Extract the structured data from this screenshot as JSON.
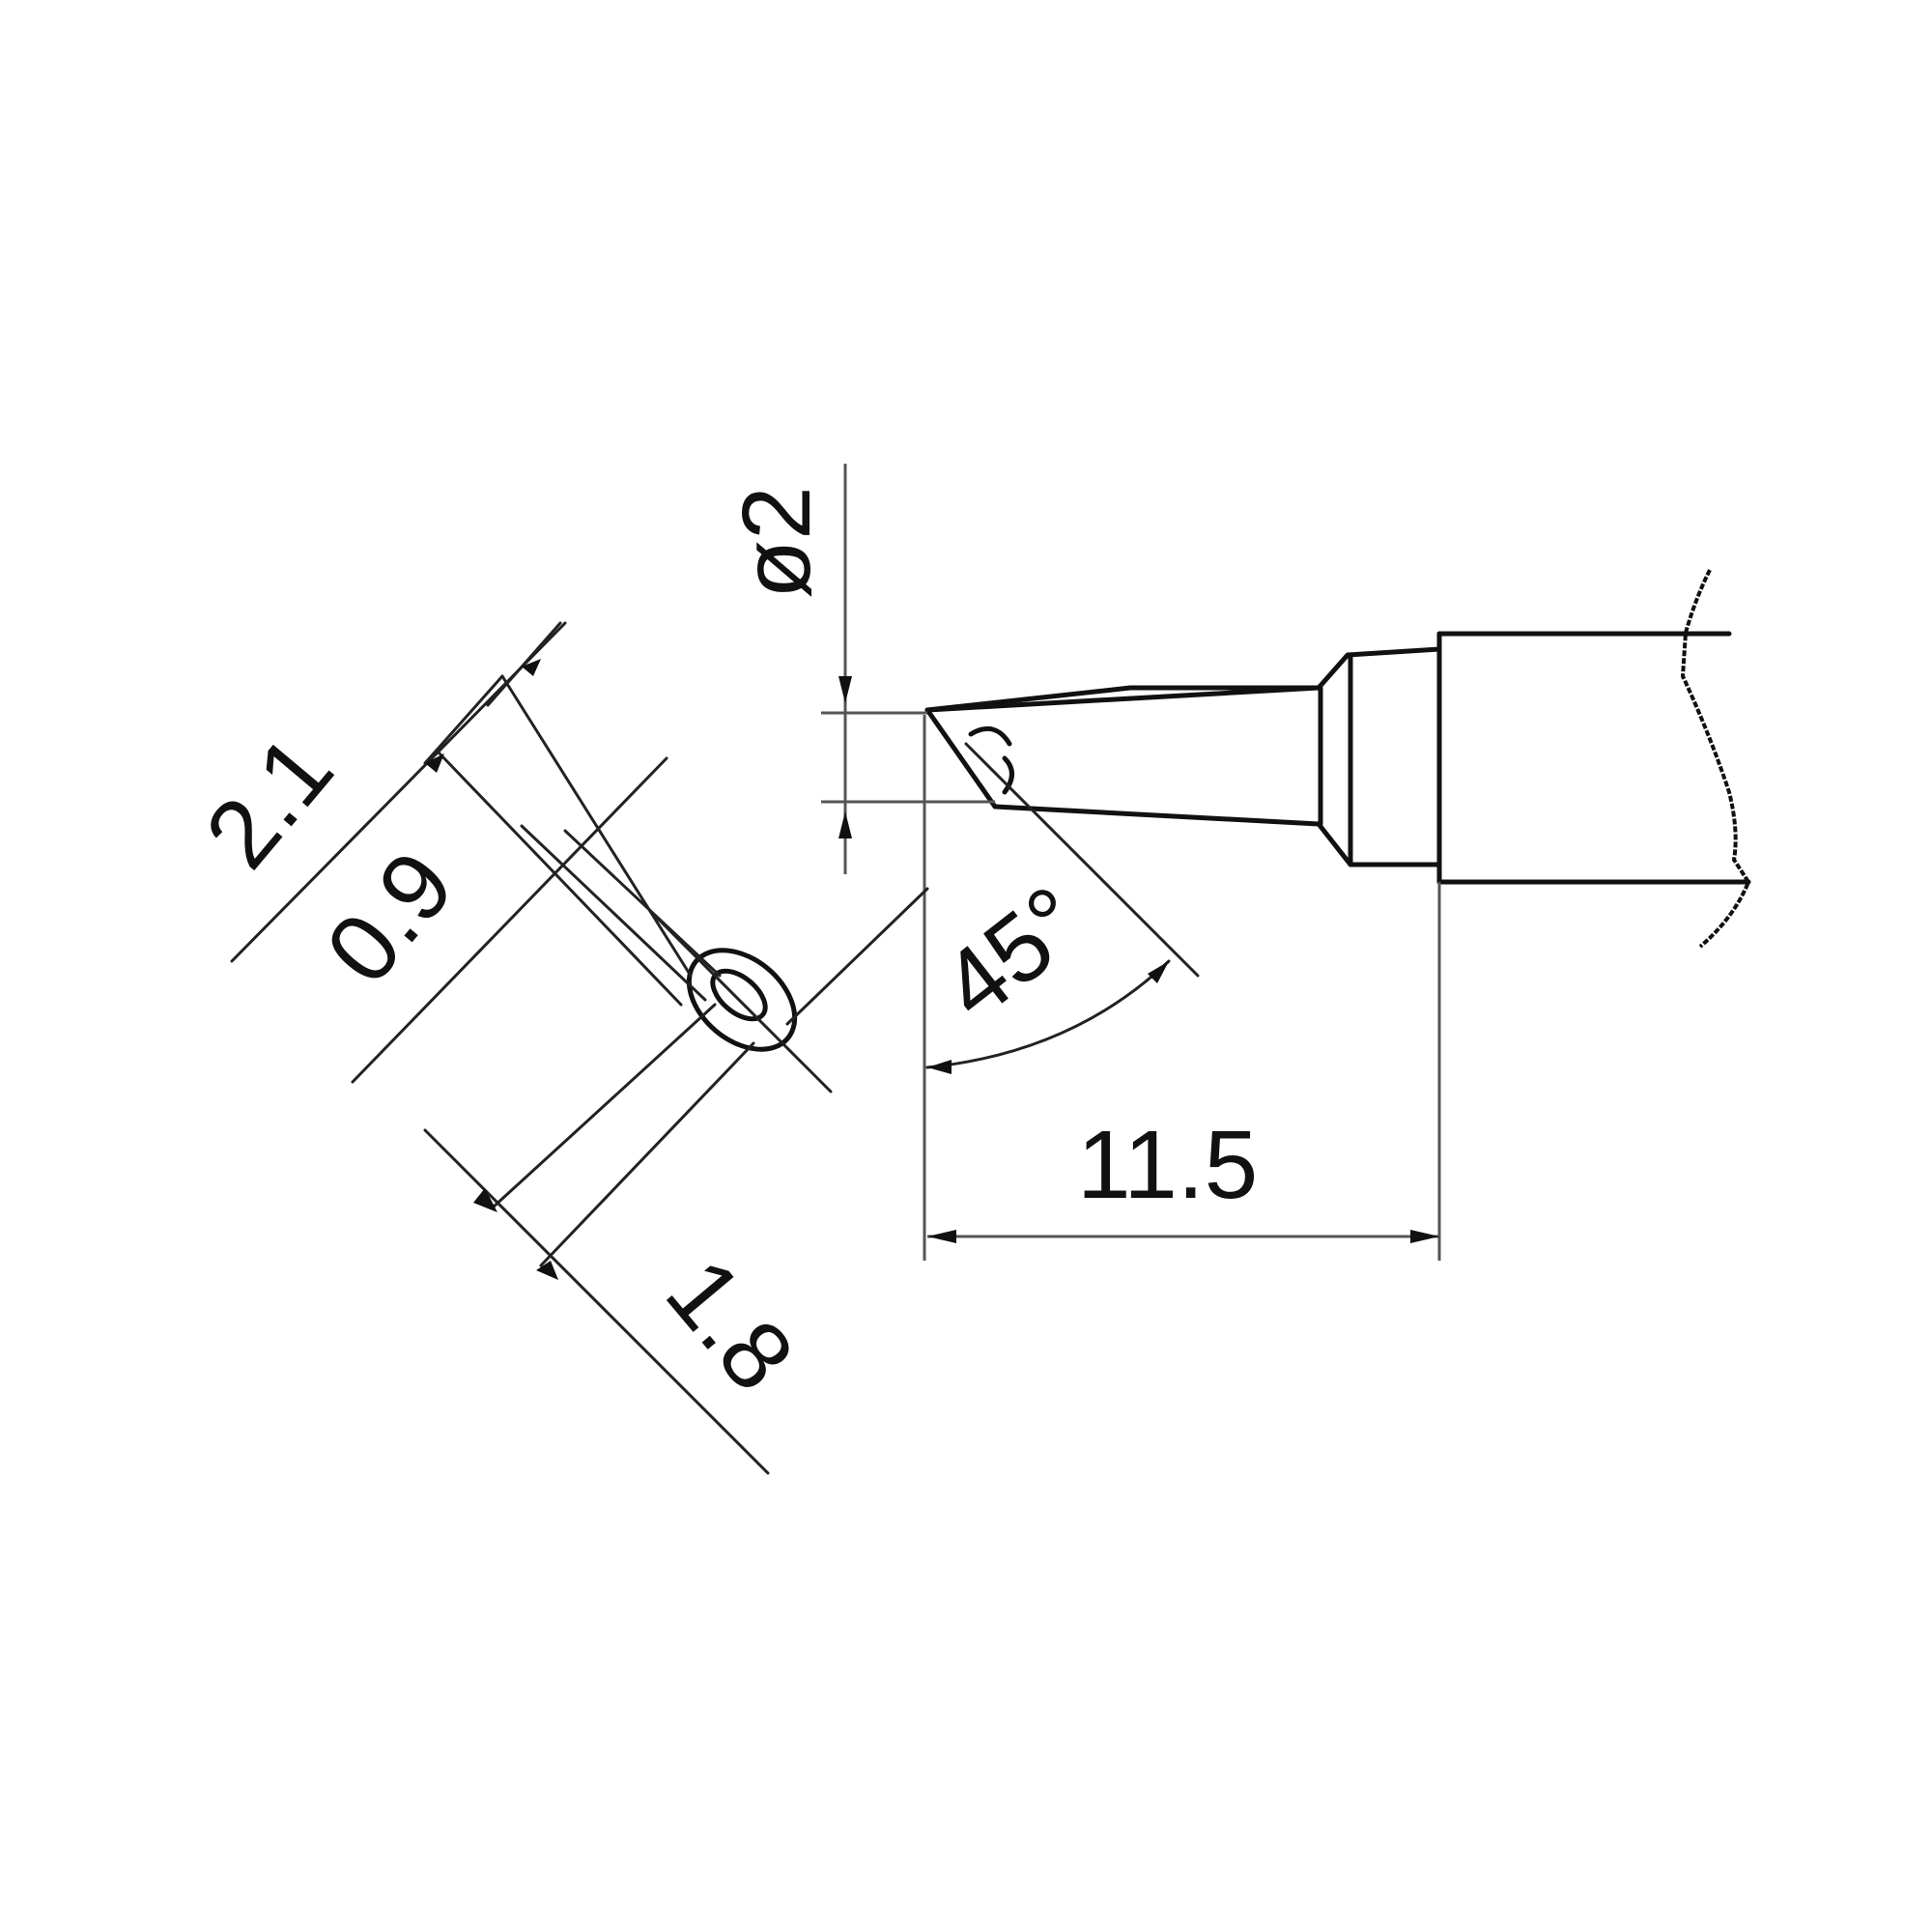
{
  "diagram": {
    "type": "technical drawing",
    "subject": "soldering iron tip, bevel type",
    "colors": {
      "line": "#111111",
      "background": "#ffffff"
    },
    "dimensions": {
      "cross_section_outer": "2.1",
      "cross_section_inner": "0.9",
      "cross_section_bottom": "1.8",
      "tip_diameter": "ø2",
      "bevel_angle": "45°",
      "tip_length": "11.5"
    }
  }
}
